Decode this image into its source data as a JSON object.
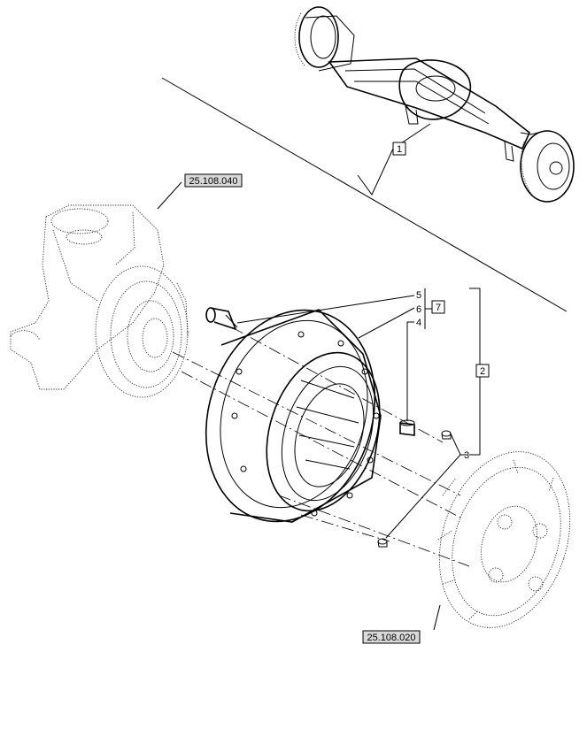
{
  "references": {
    "knuckle": "25.108.040",
    "carrier": "25.108.020"
  },
  "callouts": {
    "assembly": "1",
    "group": "2",
    "pin": "3",
    "dowel": "4",
    "bolt": "5",
    "washer": "6",
    "kit": "7"
  }
}
